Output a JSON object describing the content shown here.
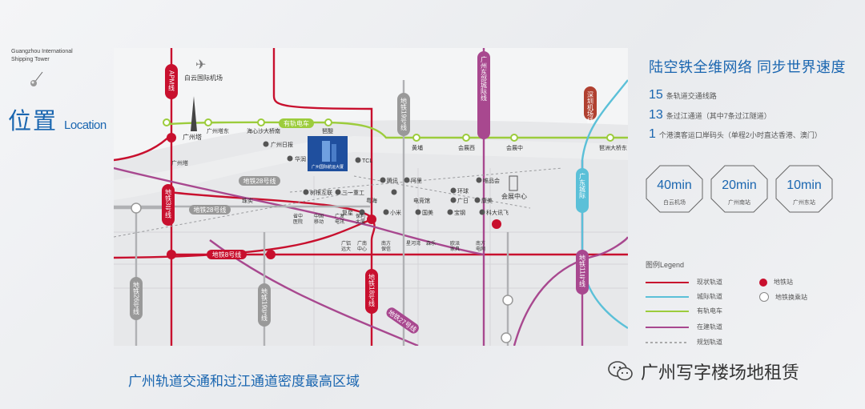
{
  "brand": {
    "line1": "Guangzhou International",
    "line2": "Shipping Tower"
  },
  "title": {
    "cn": "位置",
    "en": "Location"
  },
  "caption": "广州轨道交通和过江通道密度最高区域",
  "right": {
    "headline": "陆空铁全维网络  同步世界速度",
    "stats": [
      {
        "num": "15",
        "text": "条轨道交通线路"
      },
      {
        "num": "13",
        "text": "条过江通道（其中7条过江隧道）"
      },
      {
        "num": "1",
        "text": "个港澳客运口岸码头（单程2小时直达香港、澳门）"
      }
    ],
    "times": [
      {
        "time": "40min",
        "place": "白云机场"
      },
      {
        "time": "20min",
        "place": "广州南站"
      },
      {
        "time": "10min",
        "place": "广州东站"
      }
    ]
  },
  "legend": {
    "title": "图例Legend",
    "items": [
      {
        "label": "现状轨道",
        "color": "#c8102e"
      },
      {
        "label": "城际轨道",
        "color": "#5bc0d8"
      },
      {
        "label": "有轨电车",
        "color": "#9ccc3c"
      },
      {
        "label": "在建轨道",
        "color": "#a8488f"
      },
      {
        "label": "规划轨道",
        "color": "#aaaaaa"
      }
    ],
    "station": "地铁站",
    "transfer": "地铁换乘站"
  },
  "map": {
    "lines": {
      "apm": "APM线",
      "tram": "有轨电车",
      "l28a": "地铁28号线",
      "l28b": "地铁28号线",
      "l3": "地铁3号线",
      "l8": "地铁8号线",
      "l26": "地铁26号线",
      "l19a": "地铁19号线",
      "l19b": "地铁19号线",
      "l18": "地铁18号线",
      "l27": "地铁27号线",
      "l11": "地铁11号线",
      "l13": "广州东部城际线",
      "gdj": "广东城际",
      "pfl": "深圳机场线"
    },
    "airport": "白云国际机场",
    "tower": "广州塔",
    "building": "广州国际航运大厦",
    "expo": "会展中心",
    "stations": {
      "s1": "广州塔东",
      "s2": "海心沙大桥南",
      "s3": "琶醍",
      "s4": "黄埔",
      "s5": "会展西",
      "s6": "会展中",
      "s7": "广州塔",
      "s8": "琶洲大桥东"
    },
    "pois": {
      "p1": "广州日报",
      "p2": "华润",
      "p3": "TCL",
      "p4": "腾讯",
      "p5": "阿里",
      "p6": "唯品会",
      "p7": "环球",
      "p8": "广日",
      "p9": "康美",
      "p10": "科大讯飞",
      "p11": "粤海",
      "p12": "小米",
      "p13": "国美",
      "p14": "宝钢",
      "p15": "复星",
      "p16": "树根互联",
      "p17": "三一重工",
      "p18": "珠实",
      "p19": "电竞馆"
    },
    "blocks": {
      "b1": "省中\n医院",
      "b2": "中国\n移动",
      "b3": "广发\n电讯",
      "b4": "保利\n大厦",
      "b5": "广铝\n远大",
      "b6": "广南\n中心",
      "b7": "南方\n保信",
      "b8": "星河湾",
      "b9": "森乐",
      "b10": "欧派\n家具",
      "b11": "南方\n电网"
    }
  },
  "watermark": "广州写字楼场地租赁",
  "colors": {
    "red": "#c8102e",
    "green": "#9ccc3c",
    "purple": "#a8488f",
    "cyan": "#5bc0d8",
    "blue": "#1a66b0",
    "gray": "#aaaaaa"
  }
}
